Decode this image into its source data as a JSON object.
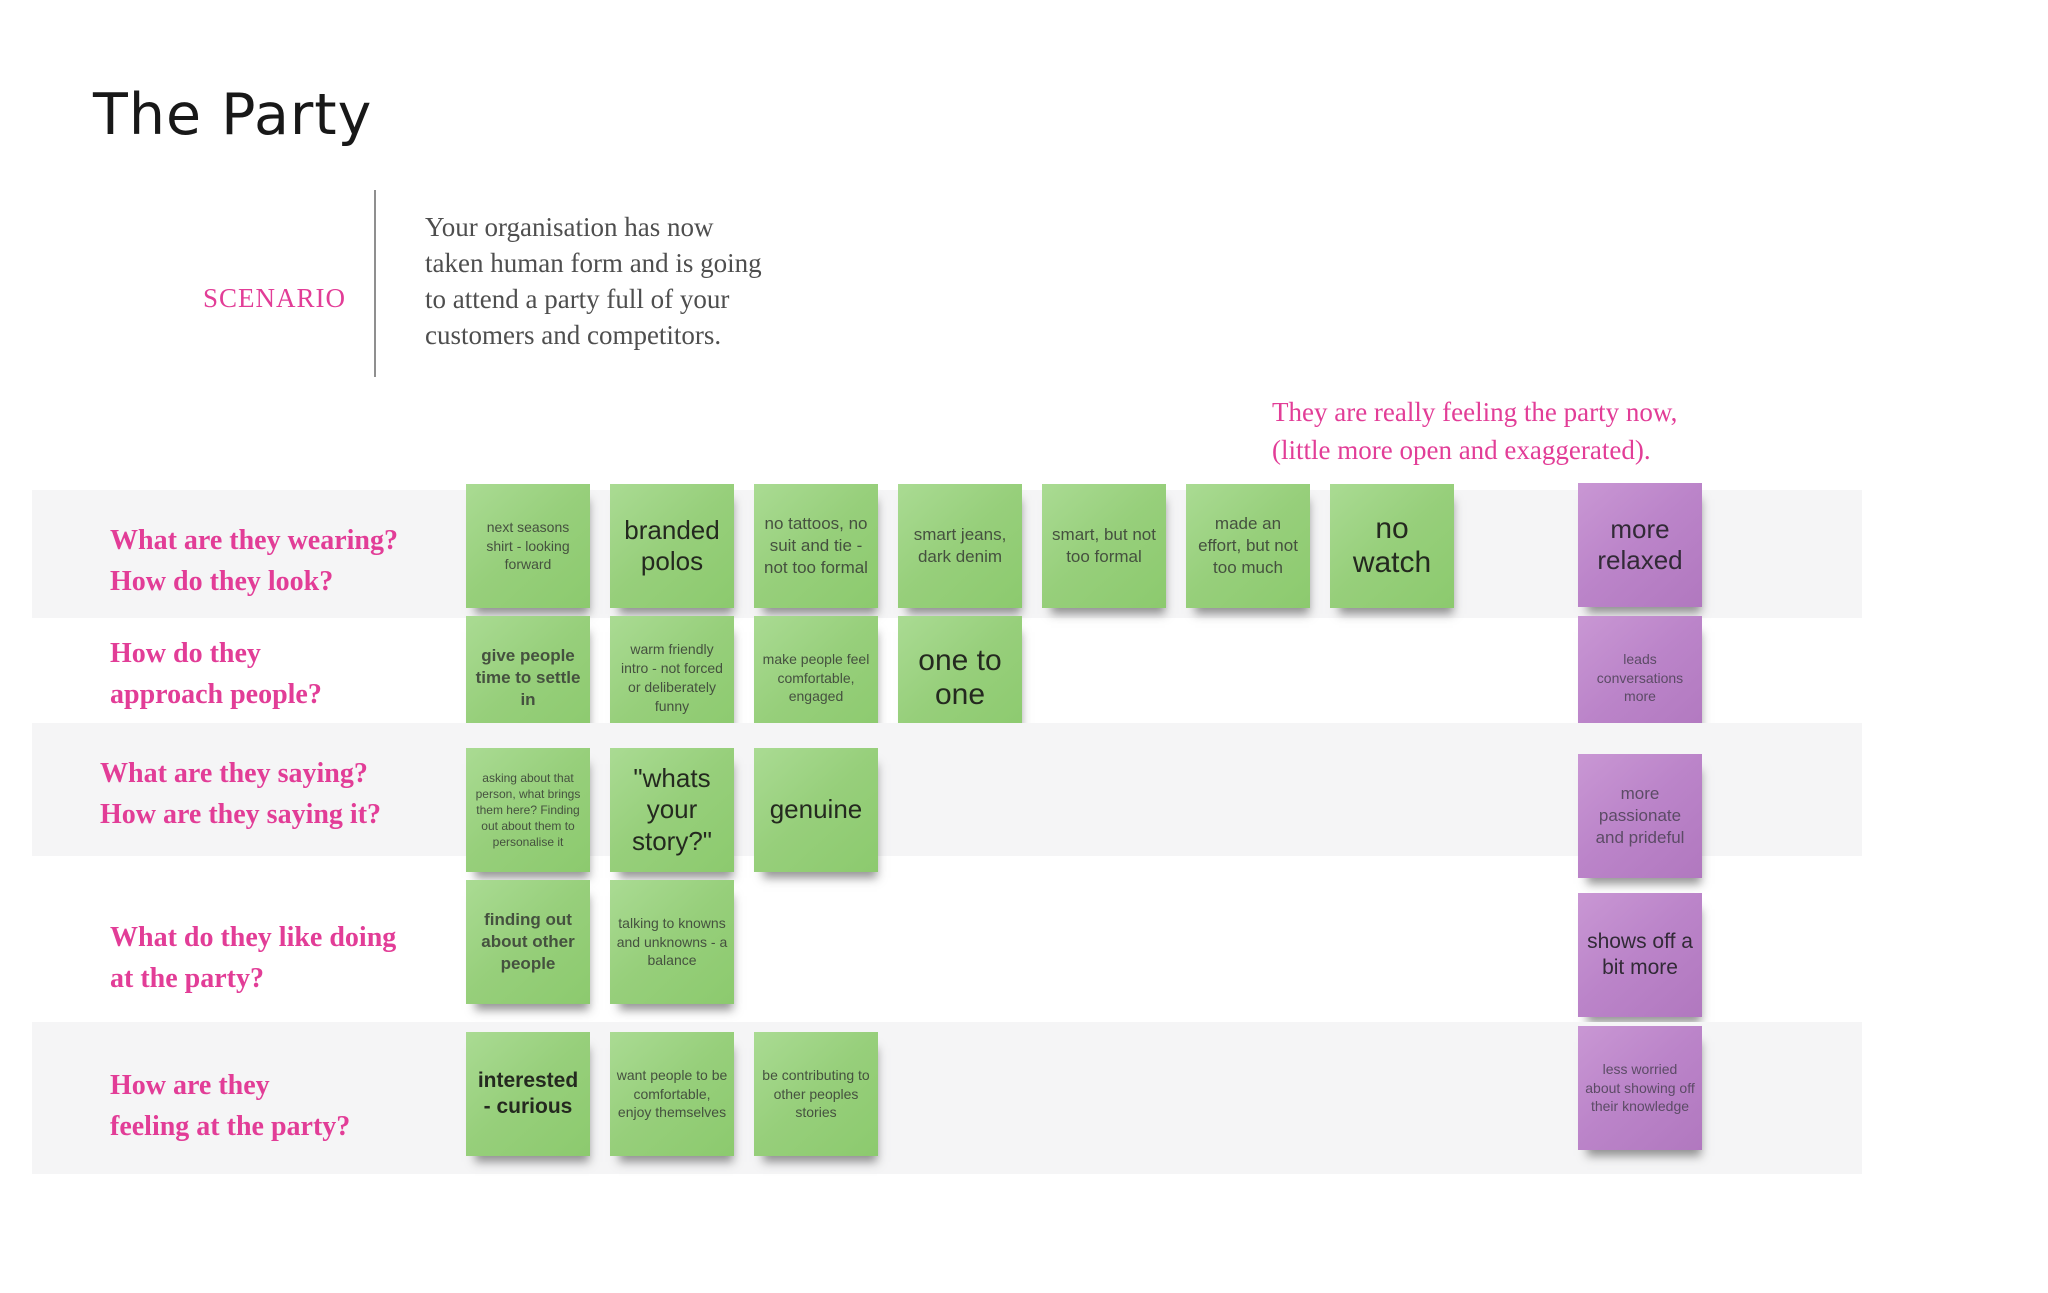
{
  "title": "The Party",
  "scenario": {
    "label": "SCENARIO",
    "text": "Your organisation has now\ntaken human form and is going\nto attend a party full of your\ncustomers and competitors."
  },
  "annotation": {
    "line1": "They are really feeling the party now,",
    "line2": "(little more open and exaggerated)."
  },
  "colors": {
    "pink": "#e23d97",
    "green_note": "#95ce79",
    "purple_note": "#ba82c8",
    "row_band": "#f5f5f6"
  },
  "rows": [
    {
      "question_lines": [
        "What are they wearing?",
        "How do they look?"
      ],
      "notes": [
        {
          "text": "next seasons shirt - looking forward",
          "color": "green",
          "size": "s"
        },
        {
          "text": "branded polos",
          "color": "green",
          "size": "xl"
        },
        {
          "text": "no tattoos, no suit and tie - not too formal",
          "color": "green",
          "size": "m"
        },
        {
          "text": "smart jeans, dark denim",
          "color": "green",
          "size": "m"
        },
        {
          "text": "smart, but not too formal",
          "color": "green",
          "size": "m"
        },
        {
          "text": "made an effort, but not too much",
          "color": "green",
          "size": "m"
        },
        {
          "text": "no watch",
          "color": "green",
          "size": "xxl"
        },
        {
          "text": "more relaxed",
          "color": "purple",
          "size": "xl"
        }
      ]
    },
    {
      "question_lines": [
        "How do they",
        "approach people?"
      ],
      "notes": [
        {
          "text": "give people time to settle in",
          "color": "green",
          "size": "m",
          "bold": true
        },
        {
          "text": "warm friendly intro - not forced or deliberately funny",
          "color": "green",
          "size": "s"
        },
        {
          "text": "make people feel comfortable, engaged",
          "color": "green",
          "size": "s"
        },
        {
          "text": "one to one",
          "color": "green",
          "size": "xxl"
        },
        {
          "text": "leads conversations more",
          "color": "purple",
          "size": "s"
        }
      ]
    },
    {
      "question_lines": [
        "What are they saying?",
        "How are they saying it?"
      ],
      "notes": [
        {
          "text": "asking about that person, what brings them here? Finding out about them to personalise it",
          "color": "green",
          "size": "xs"
        },
        {
          "text": "\"whats your story?\"",
          "color": "green",
          "size": "xl"
        },
        {
          "text": "genuine",
          "color": "green",
          "size": "xl"
        },
        {
          "text": "more passionate and prideful",
          "color": "purple",
          "size": "m"
        }
      ]
    },
    {
      "question_lines": [
        "What do they like doing",
        "at the party?"
      ],
      "notes": [
        {
          "text": "finding out about other people",
          "color": "green",
          "size": "m",
          "bold": true
        },
        {
          "text": "talking to knowns and unknowns - a balance",
          "color": "green",
          "size": "s"
        },
        {
          "text": "shows off a bit more",
          "color": "purple",
          "size": "l"
        }
      ]
    },
    {
      "question_lines": [
        "How are they",
        "feeling at the party?"
      ],
      "notes": [
        {
          "text": "interested - curious",
          "color": "green",
          "size": "l",
          "bold": true
        },
        {
          "text": "want people to be comfortable, enjoy themselves",
          "color": "green",
          "size": "s"
        },
        {
          "text": "be contributing to other peoples stories",
          "color": "green",
          "size": "s"
        },
        {
          "text": "less worried about showing off their knowledge",
          "color": "purple",
          "size": "s"
        }
      ]
    }
  ]
}
